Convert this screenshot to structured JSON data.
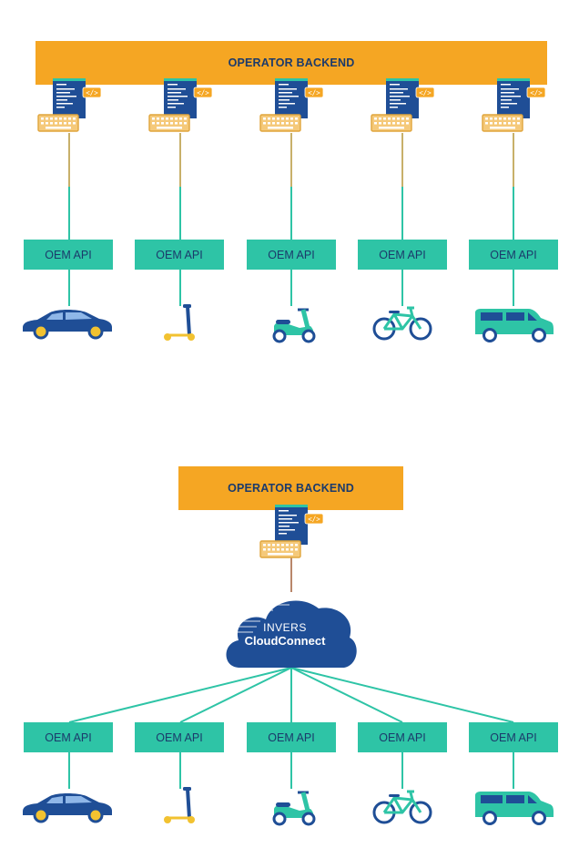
{
  "colors": {
    "backend_fill": "#F5A623",
    "api_fill": "#2EC4A6",
    "navy": "#1B3A6B",
    "code_screen": "#1F4E96",
    "tan_line": "#C8B06A",
    "yellow_accent": "#F2C230",
    "teal_vehicle": "#2EC4A6"
  },
  "diagram_top": {
    "backend_label": "OPERATOR BACKEND",
    "api_label": "OEM API",
    "vehicles": [
      "car-icon",
      "kick-scooter-icon",
      "moped-icon",
      "bicycle-icon",
      "van-icon"
    ]
  },
  "diagram_bottom": {
    "backend_label": "OPERATOR BACKEND",
    "cloud_brand": "INVERS",
    "cloud_product": "CloudConnect",
    "api_label": "OEM API",
    "vehicles": [
      "car-icon",
      "kick-scooter-icon",
      "moped-icon",
      "bicycle-icon",
      "van-icon"
    ]
  }
}
